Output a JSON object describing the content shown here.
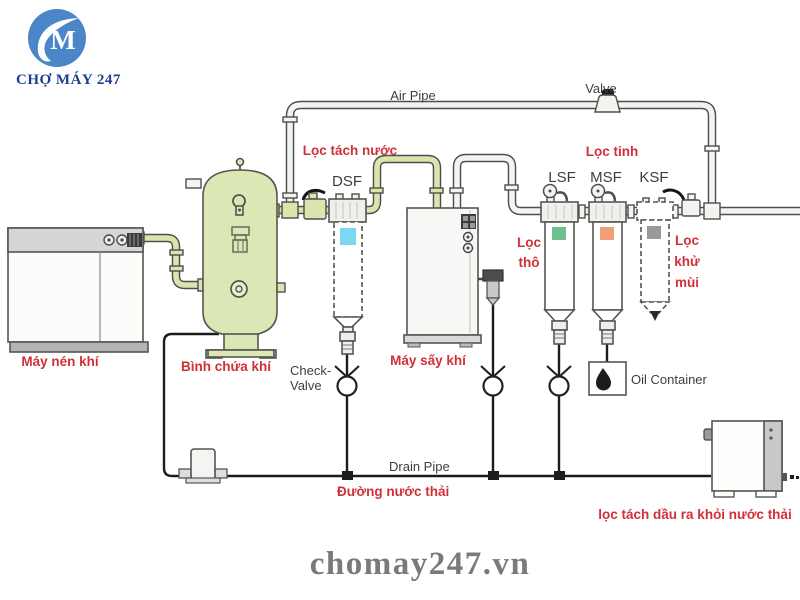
{
  "brand": {
    "monogram": "M",
    "name": "CHỢ MÁY 247",
    "website": "chomay247.vn"
  },
  "labels": {
    "air_pipe": "Air Pipe",
    "valve": "Valve",
    "water_trap_filter": "Lọc tách nước",
    "dsf": "DSF",
    "fine_filter": "Lọc tinh",
    "lsf": "LSF",
    "msf": "MSF",
    "ksf": "KSF",
    "coarse_filter_l1": "Lọc",
    "coarse_filter_l2": "thô",
    "odor_filter_l1": "Lọc",
    "odor_filter_l2": "khử",
    "odor_filter_l3": "mùi",
    "compressor": "Máy nén khí",
    "air_tank": "Bình chứa khí",
    "check_valve_l1": "Check-",
    "check_valve_l2": "Valve",
    "air_dryer": "Máy sấy khí",
    "oil_container": "Oil Container",
    "drain_pipe": "Drain Pipe",
    "drain_pipe_vi": "Đường nước thải",
    "oil_water_separator": "lọc tách dầu ra khỏi nước thải"
  },
  "colors": {
    "accent_red": "#d13038",
    "pipe_green": "#d9e5ad",
    "logo_blue": "#4a86c8",
    "brand_navy": "#1d3f8f",
    "indicator_blue": "#7fd6f2",
    "indicator_green": "#6fc08e",
    "indicator_orange": "#ef9f77",
    "indicator_gray": "#9a9a9a"
  }
}
